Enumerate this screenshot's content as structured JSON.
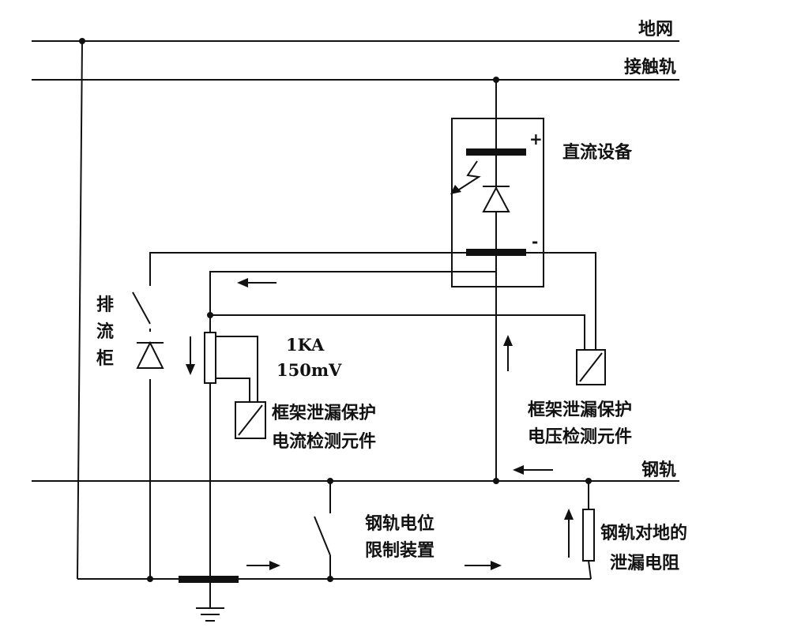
{
  "labels": {
    "ground_grid": "地网",
    "contact_rail": "接触轨",
    "dc_equipment": "直流设备",
    "running_rail": "钢轨",
    "drain_cabinet": "排流柜",
    "shunt_current": "1KA",
    "shunt_voltage": "150mV",
    "current_element_line1": "框架泄漏保护",
    "current_element_line2": "电流检测元件",
    "voltage_element_line1": "框架泄漏保护",
    "voltage_element_line2": "电压检测元件",
    "limiter_line1": "钢轨电位",
    "limiter_line2": "限制装置",
    "leak_resistance_line1": "钢轨对地的",
    "leak_resistance_line2": "泄漏电阻",
    "plus_sign": "+",
    "minus_sign": "-"
  },
  "colors": {
    "line": "#111111",
    "background": "#ffffff"
  },
  "icons": [
    "diode-icon",
    "relay-icon",
    "switch-icon",
    "resistor-icon",
    "ground-icon",
    "arrow-icon",
    "busbar-icon",
    "lightning-icon"
  ]
}
